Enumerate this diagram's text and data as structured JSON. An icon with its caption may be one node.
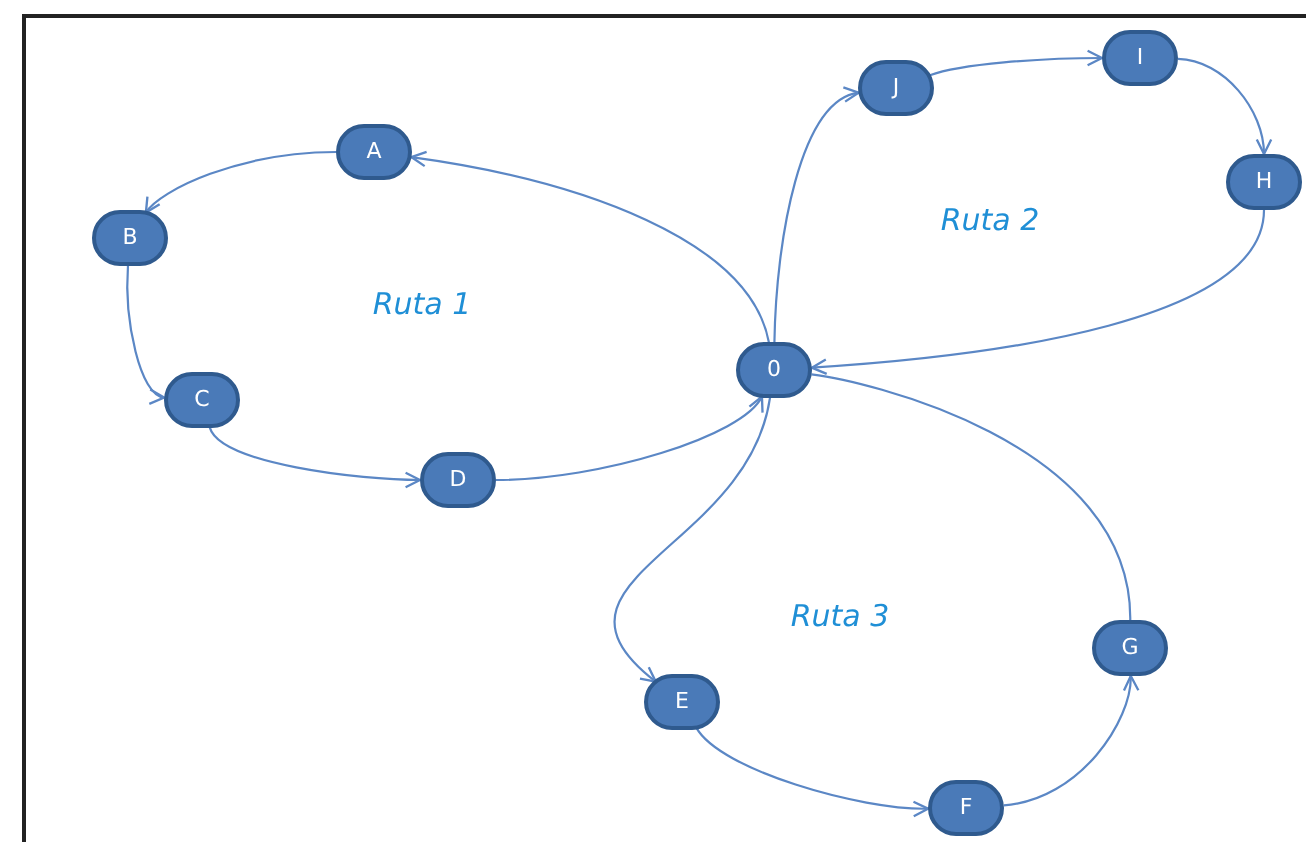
{
  "diagram": {
    "nodes": [
      {
        "text": [
          "0"
        ]
      },
      {
        "text": [
          "A"
        ]
      },
      {
        "text": [
          "B"
        ]
      },
      {
        "text": [
          "C"
        ]
      },
      {
        "text": [
          "D"
        ]
      },
      {
        "text": [
          "J"
        ]
      },
      {
        "text": [
          "I"
        ]
      },
      {
        "text": [
          "H"
        ]
      },
      {
        "text": [
          "E"
        ]
      },
      {
        "text": [
          "F"
        ]
      },
      {
        "text": [
          "G"
        ]
      }
    ],
    "edges": [
      {
        "from": 0,
        "to": 1,
        "arrow": "to"
      },
      {
        "from": 1,
        "to": 2,
        "arrow": "to"
      },
      {
        "from": 2,
        "to": 3,
        "arrow": "to"
      },
      {
        "from": 3,
        "to": 4,
        "arrow": "to"
      },
      {
        "from": 4,
        "to": 0,
        "arrow": "to"
      },
      {
        "from": 0,
        "to": 5,
        "arrow": "to"
      },
      {
        "from": 5,
        "to": 6,
        "arrow": "to"
      },
      {
        "from": 6,
        "to": 7,
        "arrow": "to"
      },
      {
        "from": 7,
        "to": 0,
        "arrow": "to"
      },
      {
        "from": 0,
        "to": 8,
        "arrow": "to"
      },
      {
        "from": 8,
        "to": 9,
        "arrow": "to"
      },
      {
        "from": 9,
        "to": 10,
        "arrow": "to"
      },
      {
        "from": 10,
        "to": 0,
        "arrow": "none"
      }
    ],
    "labels": [
      "Ruta 2",
      "Ruta 1",
      "Ruta 3"
    ]
  }
}
